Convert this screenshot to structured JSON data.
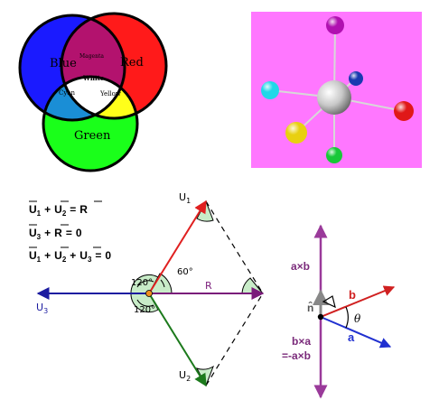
{
  "venn": {
    "labels": {
      "blue": "Blue",
      "red": "Red",
      "green": "Green",
      "magenta": "Magenta",
      "cyan": "Cyan",
      "yellow": "Yellow",
      "white": "White"
    },
    "colors": {
      "blue": "#1a1aff",
      "red": "#ff1a1a",
      "green": "#1aff1a",
      "magenta": "#b3126e",
      "cyan": "#1a8ed6",
      "yellow": "#ffff1a",
      "white": "#ffffff"
    }
  },
  "molecule": {
    "background": "#ff77ff",
    "center": "#c8c8c8",
    "atom_colors": [
      "#b010b0",
      "#1a3ab0",
      "#22d8e8",
      "#e01818",
      "#e8d010",
      "#18c838"
    ]
  },
  "vectors": {
    "equations": [
      {
        "lhs": "U",
        "op1": "+",
        "mid": "U",
        "op2": "=",
        "rhs": "R"
      },
      {
        "lhs": "U",
        "op1": "+",
        "mid": "R",
        "op2": "=",
        "rhs": "0"
      },
      {
        "lhs": "U",
        "op1": "+",
        "mid": "U",
        "op2": "+",
        "third": "U",
        "op3": "=",
        "rhs": "0"
      }
    ],
    "subscripts": [
      "1",
      "2",
      "3"
    ],
    "labels": {
      "u1": "U",
      "u2": "U",
      "u3": "U",
      "u1_sub": "1",
      "u2_sub": "2",
      "u3_sub": "3",
      "r": "R",
      "angle_60": "60°",
      "angle_120_top": "120°",
      "angle_120_bottom": "120°"
    },
    "colors": {
      "u1": "#e02020",
      "u2": "#1c7a1c",
      "u3": "#1c1ca0",
      "r": "#7a1c7a",
      "angle_fill": "#c8ecc8"
    }
  },
  "cross_product": {
    "labels": {
      "axb": "a×b",
      "n_hat": "n̂",
      "b": "b",
      "a": "a",
      "theta": "θ",
      "bxa": "b×a",
      "neg_axb": "=-a×b"
    },
    "colors": {
      "axis": "#9a3a9a",
      "a": "#2030d0",
      "b": "#d02020",
      "n": "#888888",
      "label_purple": "#7a2a7a"
    }
  }
}
